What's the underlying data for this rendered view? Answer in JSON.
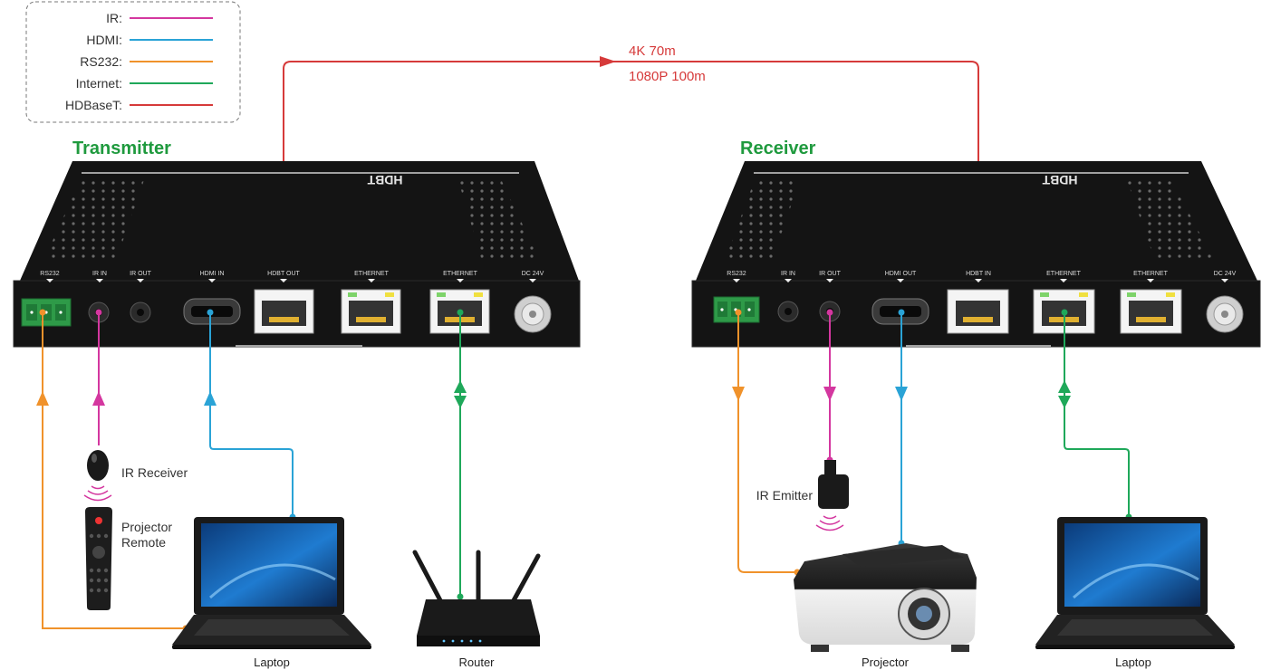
{
  "legend": {
    "items": [
      {
        "label": "IR:",
        "color": "#d4379f"
      },
      {
        "label": "HDMI:",
        "color": "#2aa3d6"
      },
      {
        "label": "RS232:",
        "color": "#f0922b"
      },
      {
        "label": "Internet:",
        "color": "#1fa85a"
      },
      {
        "label": "HDBaseT:",
        "color": "#d63a3a"
      }
    ]
  },
  "link": {
    "line1": "4K 70m",
    "line2": "1080P 100m"
  },
  "transmitter": {
    "title": "Transmitter",
    "logo": "HDBT",
    "ports": [
      "RS232",
      "IR IN",
      "IR OUT",
      "HDMI IN",
      "HDBT OUT",
      "ETHERNET",
      "ETHERNET",
      "DC 24V"
    ]
  },
  "receiver": {
    "title": "Receiver",
    "logo": "HDBT",
    "ports": [
      "RS232",
      "IR IN",
      "IR OUT",
      "HDMI OUT",
      "HDBT IN",
      "ETHERNET",
      "ETHERNET",
      "DC 24V"
    ]
  },
  "devices": {
    "ir_receiver": "IR Receiver",
    "remote_line1": "Projector",
    "remote_line2": "Remote",
    "tx_laptop": "Laptop",
    "router": "Router",
    "ir_emitter": "IR Emitter",
    "projector": "Projector",
    "rx_laptop": "Laptop"
  },
  "colors": {
    "title_green": "#1f9a3e",
    "device_body": "#141414",
    "link_text": "#d63a3a"
  }
}
